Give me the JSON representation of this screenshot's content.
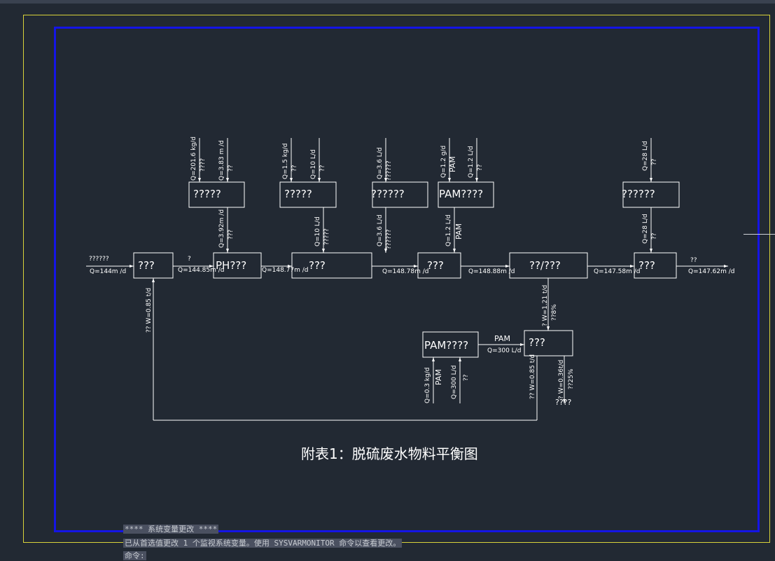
{
  "drawing": {
    "boxes": {
      "b1": "???",
      "b2": "PH???",
      "b3": "???",
      "b4": "???",
      "b5": "??/???",
      "b6": "???",
      "t1": "?????",
      "t2": "?????",
      "t3": "??????",
      "t4": "PAM????",
      "t5": "??????",
      "sludge": "???",
      "pam_bottom": "PAM????"
    },
    "labels": {
      "inlet_name": "??????",
      "inlet_q": "Q=144m /d",
      "flow1_name": "?",
      "flow1_q": "Q=144.85m /d",
      "flow2_q": "Q=148.77m /d",
      "flow3_q": "Q=148.78m /d",
      "flow4_q": "Q=148.88m /d",
      "flow5_q": "Q=147.58m /d",
      "outlet_name": "??",
      "outlet_q": "Q=147.62m /d",
      "v1_in": "Q=201.6 kg/d",
      "v1_in_b": "????",
      "v2_in": "Q=3.83 m /d",
      "v2_in_b": "??",
      "v3_out": "Q=3.92m /d",
      "v3_out_b": "???",
      "v4_in": "Q=1.5 kg/d",
      "v4_in_b": "??",
      "v5_in": "Q=10 L/d",
      "v5_in_b": "??",
      "v6_out": "Q=10 L/d",
      "v6_out_b": "?????",
      "v7_in": "Q=3.6 L/d",
      "v7_in_b": "??????",
      "v8_out": "Q=3.6 L/d",
      "v8_out_b": "??????",
      "v9_in": "Q=1.2 g/d",
      "v9_in_b": "PAM",
      "v10_in": "Q=1.2 L/d",
      "v10_in_b": "??",
      "v11_out": "Q=1.2 L/d",
      "v11_out_b": "PAM",
      "v12_in": "Q=28 L/d",
      "v12_in_b": "??",
      "v13_out": "Q=28 L/d",
      "v13_out_b": "??",
      "v14_out": "? W=1.21 t/d",
      "v14_out_b": "??8%",
      "return_label": "?? W=0.85 t/d",
      "pam_flow_top": "PAM",
      "pam_flow_bottom": "Q=300 L/d",
      "v15_in": "Q=0.3 kg/d",
      "v15_in_b": "PAM",
      "v16_in": "Q=300 L/d",
      "v16_in_b": "??",
      "v17_out": "?? W=0.85 t/d",
      "v18_out": "? W=0.36t/d",
      "v18_out_b": "??25%",
      "v18_out_c": "????"
    },
    "title": "附表1：脱硫废水物料平衡图"
  },
  "command_line": {
    "line1": "**** 系统变量更改 ****",
    "line2": "已从首选值更改 1 个监视系统变量。使用 SYSVARMONITOR 命令以查看更改。",
    "line3": "命令:"
  }
}
